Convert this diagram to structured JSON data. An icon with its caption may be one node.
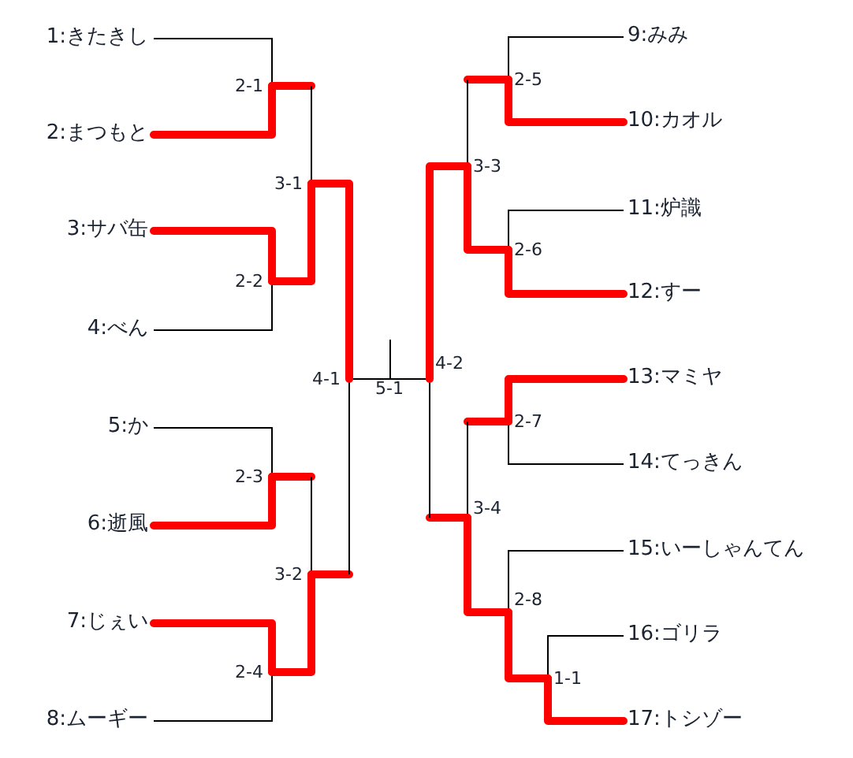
{
  "diagram": {
    "nodes": [
      {
        "text": [
          "1:きたきし"
        ]
      },
      {
        "text": [
          "2:まつもと"
        ]
      },
      {
        "text": [
          "3:サバ缶"
        ]
      },
      {
        "text": [
          "4:べん"
        ]
      },
      {
        "text": [
          "5:か"
        ]
      },
      {
        "text": [
          "6:逝風"
        ]
      },
      {
        "text": [
          "7:じぇい"
        ]
      },
      {
        "text": [
          "8:ムーギー"
        ]
      },
      {
        "text": [
          "9:みみ"
        ]
      },
      {
        "text": [
          "10:カオル"
        ]
      },
      {
        "text": [
          "11:炉識"
        ]
      },
      {
        "text": [
          "12:すー"
        ]
      },
      {
        "text": [
          "13:マミヤ"
        ]
      },
      {
        "text": [
          "14:てっきん"
        ]
      },
      {
        "text": [
          "15:いーしゃんてん"
        ]
      },
      {
        "text": [
          "16:ゴリラ"
        ]
      },
      {
        "text": [
          "17:トシゾー"
        ]
      },
      {
        "text": [
          "2-1"
        ]
      },
      {
        "text": [
          "2-2"
        ]
      },
      {
        "text": [
          "2-3"
        ]
      },
      {
        "text": [
          "2-4"
        ]
      },
      {
        "text": [
          "3-1"
        ]
      },
      {
        "text": [
          "3-2"
        ]
      },
      {
        "text": [
          "4-1"
        ]
      },
      {
        "text": [
          "5-1"
        ]
      },
      {
        "text": [
          "4-2"
        ]
      },
      {
        "text": [
          "3-3"
        ]
      },
      {
        "text": [
          "3-4"
        ]
      },
      {
        "text": [
          "2-5"
        ]
      },
      {
        "text": [
          "2-6"
        ]
      },
      {
        "text": [
          "2-7"
        ]
      },
      {
        "text": [
          "2-8"
        ]
      },
      {
        "text": [
          "1-1"
        ]
      }
    ],
    "edges": [
      {
        "from": 0,
        "to": 17,
        "arrow": "none"
      },
      {
        "from": 1,
        "to": 17,
        "arrow": "none",
        "style": "thick",
        "color": "#ff0000"
      },
      {
        "from": 2,
        "to": 18,
        "arrow": "none",
        "style": "thick",
        "color": "#ff0000"
      },
      {
        "from": 3,
        "to": 18,
        "arrow": "none"
      },
      {
        "from": 4,
        "to": 19,
        "arrow": "none"
      },
      {
        "from": 5,
        "to": 19,
        "arrow": "none",
        "style": "thick",
        "color": "#ff0000"
      },
      {
        "from": 6,
        "to": 20,
        "arrow": "none",
        "style": "thick",
        "color": "#ff0000"
      },
      {
        "from": 7,
        "to": 20,
        "arrow": "none"
      },
      {
        "from": 17,
        "to": 21,
        "arrow": "none"
      },
      {
        "from": 18,
        "to": 21,
        "arrow": "none",
        "style": "thick",
        "color": "#ff0000"
      },
      {
        "from": 19,
        "to": 22,
        "arrow": "none"
      },
      {
        "from": 20,
        "to": 22,
        "arrow": "none",
        "style": "thick",
        "color": "#ff0000"
      },
      {
        "from": 21,
        "to": 23,
        "arrow": "none",
        "style": "thick",
        "color": "#ff0000"
      },
      {
        "from": 22,
        "to": 23,
        "arrow": "none"
      },
      {
        "from": 23,
        "to": 24,
        "arrow": "none"
      },
      {
        "from": 8,
        "to": 28,
        "arrow": "none"
      },
      {
        "from": 9,
        "to": 28,
        "arrow": "none",
        "style": "thick",
        "color": "#ff0000"
      },
      {
        "from": 10,
        "to": 29,
        "arrow": "none"
      },
      {
        "from": 11,
        "to": 29,
        "arrow": "none",
        "style": "thick",
        "color": "#ff0000"
      },
      {
        "from": 12,
        "to": 30,
        "arrow": "none",
        "style": "thick",
        "color": "#ff0000"
      },
      {
        "from": 13,
        "to": 30,
        "arrow": "none"
      },
      {
        "from": 14,
        "to": 31,
        "arrow": "none"
      },
      {
        "from": 15,
        "to": 32,
        "arrow": "none"
      },
      {
        "from": 16,
        "to": 32,
        "arrow": "none",
        "style": "thick",
        "color": "#ff0000"
      },
      {
        "from": 32,
        "to": 31,
        "arrow": "none",
        "style": "thick",
        "color": "#ff0000"
      },
      {
        "from": 28,
        "to": 26,
        "arrow": "none"
      },
      {
        "from": 29,
        "to": 26,
        "arrow": "none",
        "style": "thick",
        "color": "#ff0000"
      },
      {
        "from": 30,
        "to": 27,
        "arrow": "none"
      },
      {
        "from": 31,
        "to": 27,
        "arrow": "none",
        "style": "thick",
        "color": "#ff0000"
      },
      {
        "from": 26,
        "to": 25,
        "arrow": "none",
        "style": "thick",
        "color": "#ff0000"
      },
      {
        "from": 27,
        "to": 25,
        "arrow": "none"
      },
      {
        "from": 25,
        "to": 24,
        "arrow": "none"
      }
    ]
  }
}
